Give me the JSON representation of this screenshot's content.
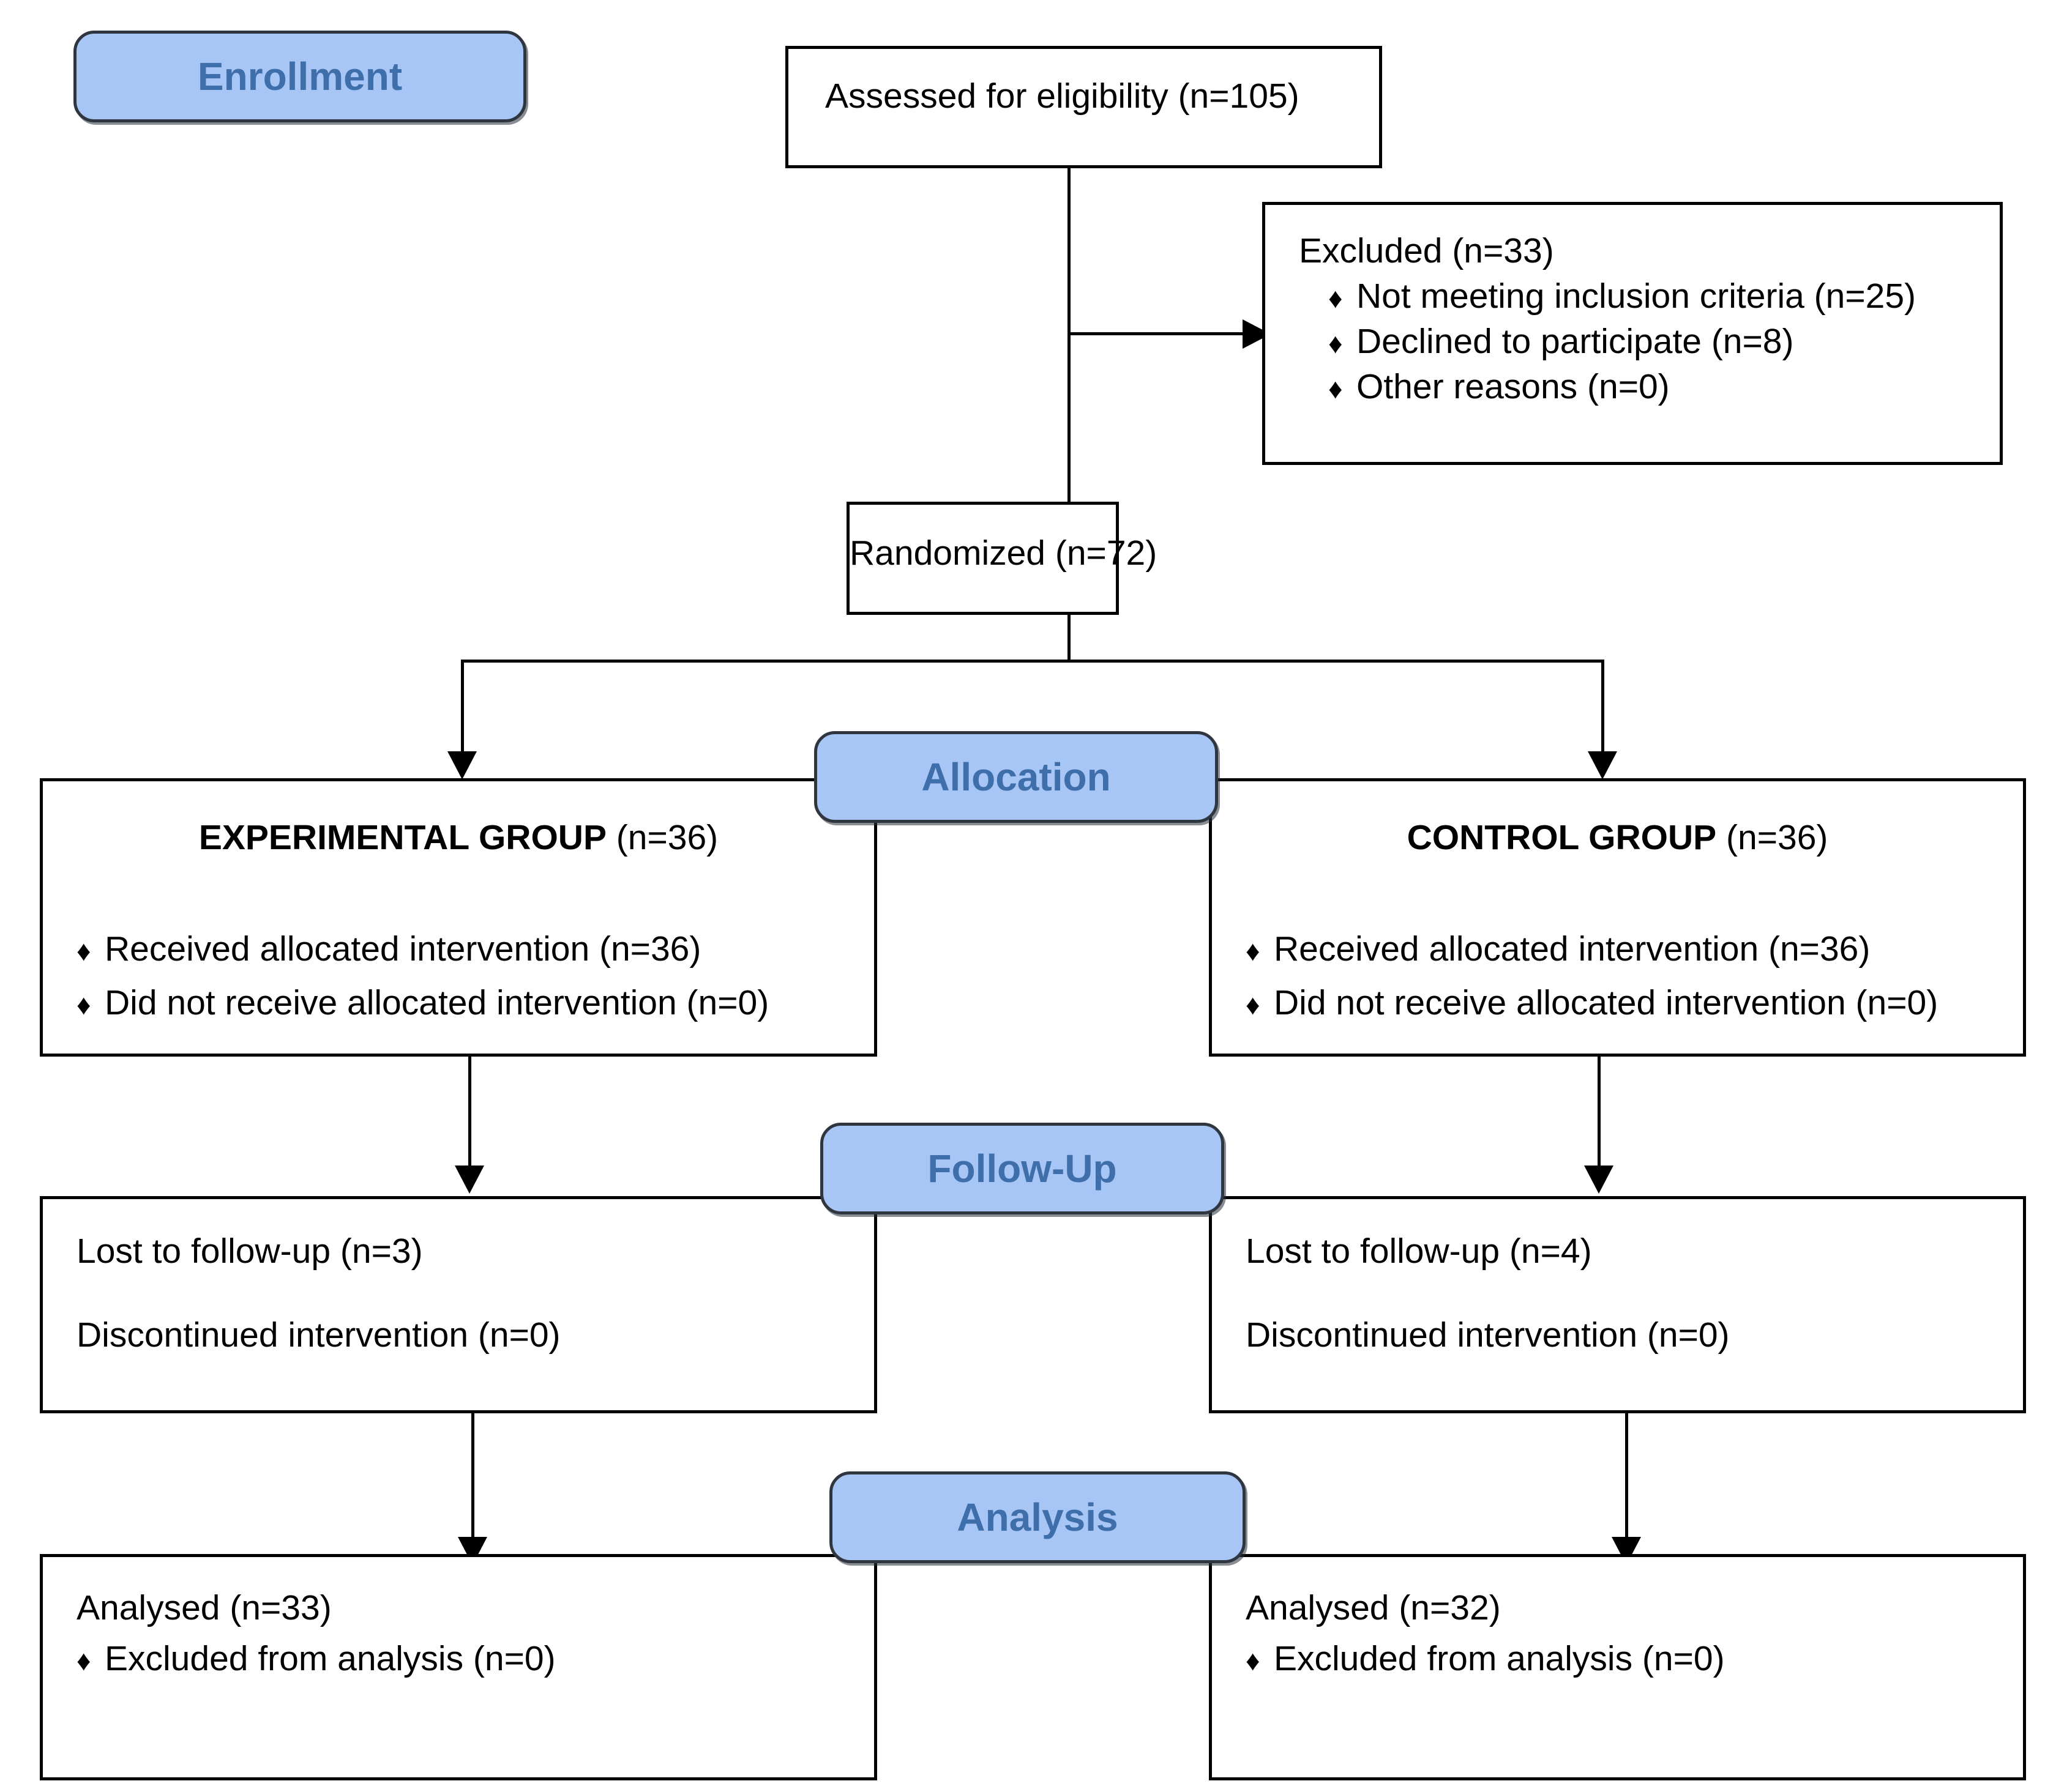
{
  "diagram": {
    "title": "CONSORT participant flow diagram",
    "accent_color": "#A8C6F5",
    "stage_text_color": "#3F6FAB",
    "line_color": "#000000",
    "bullet_glyph": "♦"
  },
  "stages": {
    "enrollment": "Enrollment",
    "allocation": "Allocation",
    "followup": "Follow-Up",
    "analysis": "Analysis"
  },
  "enrollment": {
    "assessed": "Assessed for eligibility (n=105)",
    "excluded_heading": "Excluded (n=33)",
    "excluded_reasons": [
      "Not meeting inclusion criteria (n=25)",
      "Declined to participate (n=8)",
      "Other reasons (n=0)"
    ],
    "randomized": "Randomized (n=72)"
  },
  "allocation": {
    "experimental": {
      "title_bold": "EXPERIMENTAL GROUP",
      "title_count": " (n=36)",
      "items": [
        "Received allocated intervention (n=36)",
        "Did not receive allocated intervention (n=0)"
      ]
    },
    "control": {
      "title_bold": "CONTROL GROUP",
      "title_count": " (n=36)",
      "items": [
        "Received allocated intervention (n=36)",
        "Did not receive allocated intervention (n=0)"
      ]
    }
  },
  "followup": {
    "experimental": {
      "lost": "Lost to follow-up (n=3)",
      "discontinued": "Discontinued intervention (n=0)"
    },
    "control": {
      "lost": "Lost to follow-up (n=4)",
      "discontinued": "Discontinued intervention (n=0)"
    }
  },
  "analysis": {
    "experimental": {
      "analysed": "Analysed (n=33)",
      "excluded": "Excluded from analysis (n=0)"
    },
    "control": {
      "analysed": "Analysed (n=32)",
      "excluded": "Excluded from analysis (n=0)"
    }
  }
}
